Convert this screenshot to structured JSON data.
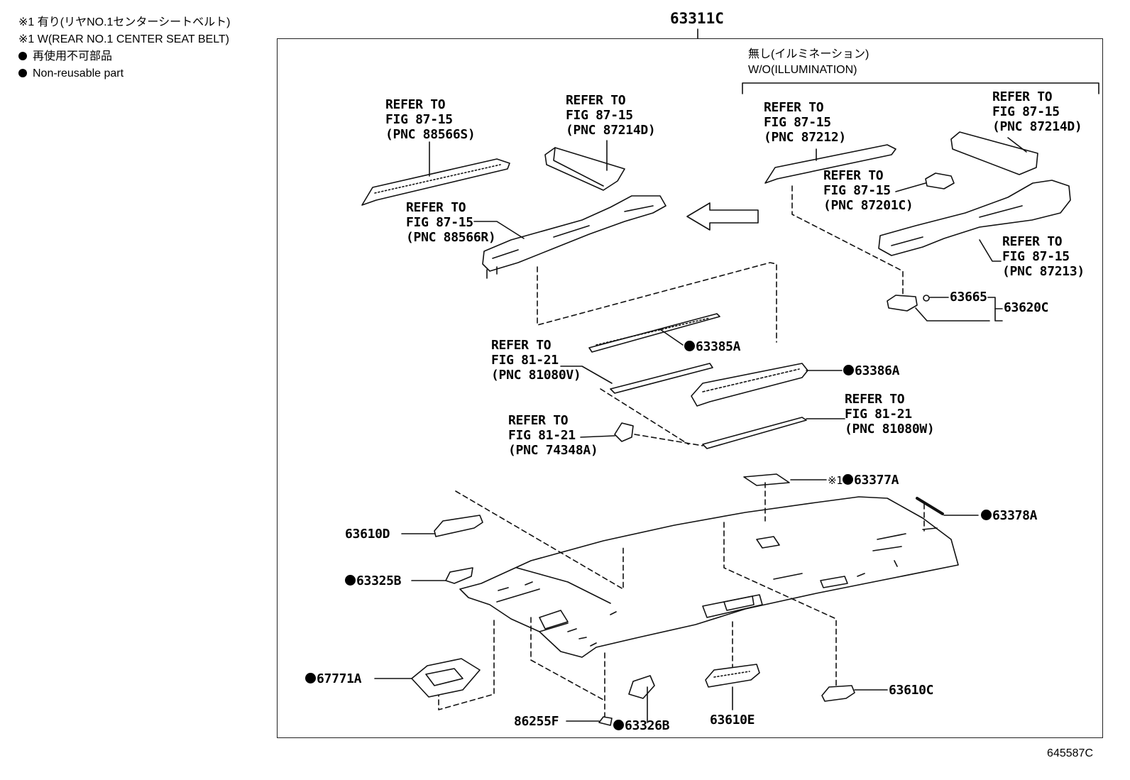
{
  "legend": {
    "note1_jp": "※1 有り(リヤNO.1センターシートベルト)",
    "note1_en": "※1 W(REAR NO.1 CENTER SEAT BELT)",
    "nonreusable_jp": "再使用不可部品",
    "nonreusable_en": "Non-reusable part"
  },
  "assembly_label": "63311C",
  "figure_number": "645587C",
  "illumination_note": {
    "jp": "無し(イルミネーション)",
    "en": "W/O(ILLUMINATION)"
  },
  "refer_notes": [
    {
      "line1": "REFER TO",
      "line2": "FIG 87-15",
      "line3": "(PNC 88566S)"
    },
    {
      "line1": "REFER TO",
      "line2": "FIG 87-15",
      "line3": "(PNC 87214D)"
    },
    {
      "line1": "REFER TO",
      "line2": "FIG 87-15",
      "line3": "(PNC 88566R)"
    },
    {
      "line1": "REFER TO",
      "line2": "FIG 87-15",
      "line3": "(PNC 87212)"
    },
    {
      "line1": "REFER TO",
      "line2": "FIG 87-15",
      "line3": "(PNC 87214D)"
    },
    {
      "line1": "REFER TO",
      "line2": "FIG 87-15",
      "line3": "(PNC 87201C)"
    },
    {
      "line1": "REFER TO",
      "line2": "FIG 87-15",
      "line3": "(PNC 87213)"
    },
    {
      "line1": "REFER TO",
      "line2": "FIG 81-21",
      "line3": "(PNC 81080V)"
    },
    {
      "line1": "REFER TO",
      "line2": "FIG 81-21",
      "line3": "(PNC 81080W)"
    },
    {
      "line1": "REFER TO",
      "line2": "FIG 81-21",
      "line3": "(PNC 74348A)"
    }
  ],
  "parts": {
    "p63665": "63665",
    "p63620C": "63620C",
    "p63385A": "63385A",
    "p63386A": "63386A",
    "p63377A_prefix": "※1",
    "p63377A": "63377A",
    "p63378A": "63378A",
    "p63610D": "63610D",
    "p63325B": "63325B",
    "p67771A": "67771A",
    "p86255F": "86255F",
    "p63326B": "63326B",
    "p63610E": "63610E",
    "p63610C": "63610C"
  }
}
